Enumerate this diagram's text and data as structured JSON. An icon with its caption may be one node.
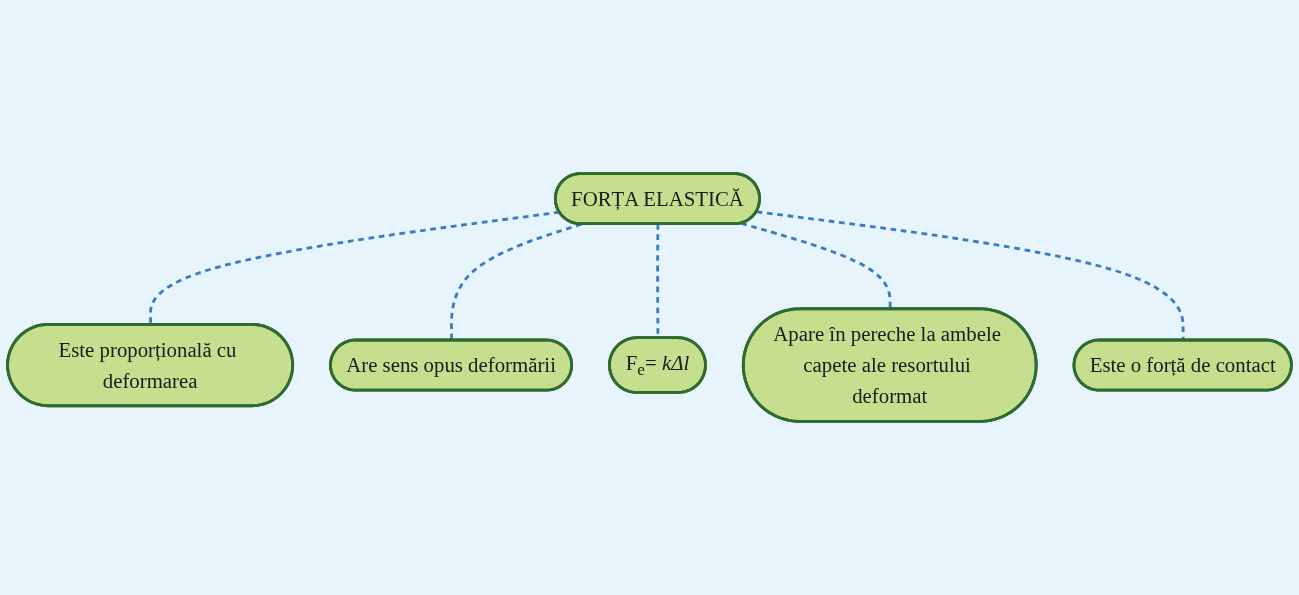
{
  "diagram": {
    "nodes": [
      {
        "text": [
          "Are sens opus deformării"
        ]
      },
      {
        "text": [
          "Este proporțională cu deformarea"
        ]
      },
      {
        "text": [
          "FORȚA ELASTICĂ"
        ]
      },
      {
        "text": [
          "Este o forță de contact"
        ]
      },
      {
        "text": [
          "F$_{e}$= *kΔl*"
        ]
      },
      {
        "text": [
          "Apare în pereche la ambele capete ale resortului deformat"
        ]
      }
    ],
    "edges": [
      {
        "from": 2,
        "to": 1,
        "arrow": "none",
        "style": "dashed"
      },
      {
        "from": 2,
        "to": 0,
        "arrow": "none",
        "style": "dashed"
      },
      {
        "from": 2,
        "to": 4,
        "arrow": "none",
        "style": "dashed"
      },
      {
        "from": 2,
        "to": 5,
        "arrow": "none",
        "style": "dashed"
      },
      {
        "from": 2,
        "to": 3,
        "arrow": "none",
        "style": "dashed"
      }
    ]
  }
}
